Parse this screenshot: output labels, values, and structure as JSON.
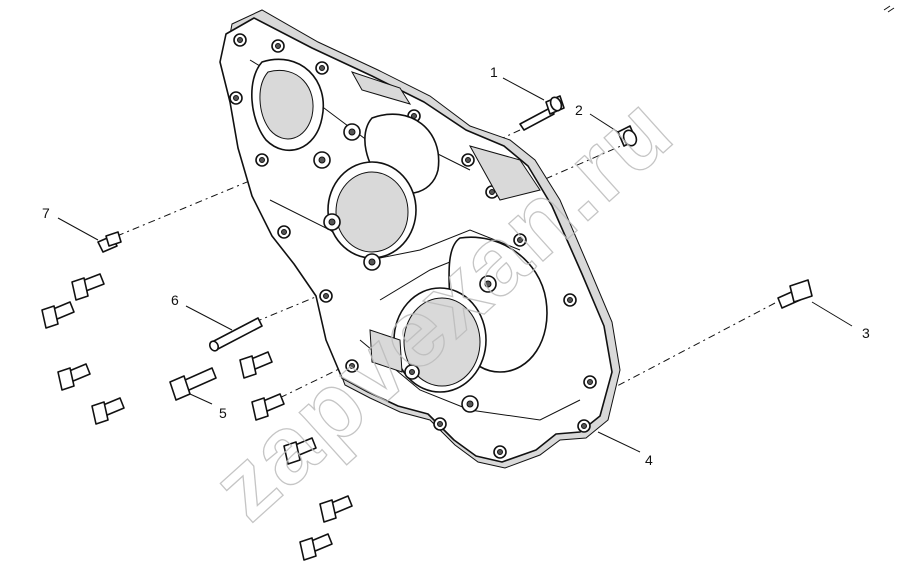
{
  "diagram": {
    "callouts": [
      {
        "id": "1",
        "label": "1"
      },
      {
        "id": "2",
        "label": "2"
      },
      {
        "id": "3",
        "label": "3"
      },
      {
        "id": "4",
        "label": "4"
      },
      {
        "id": "5",
        "label": "5"
      },
      {
        "id": "6",
        "label": "6"
      },
      {
        "id": "7",
        "label": "7"
      }
    ],
    "watermark": "zapvexan.ru"
  }
}
